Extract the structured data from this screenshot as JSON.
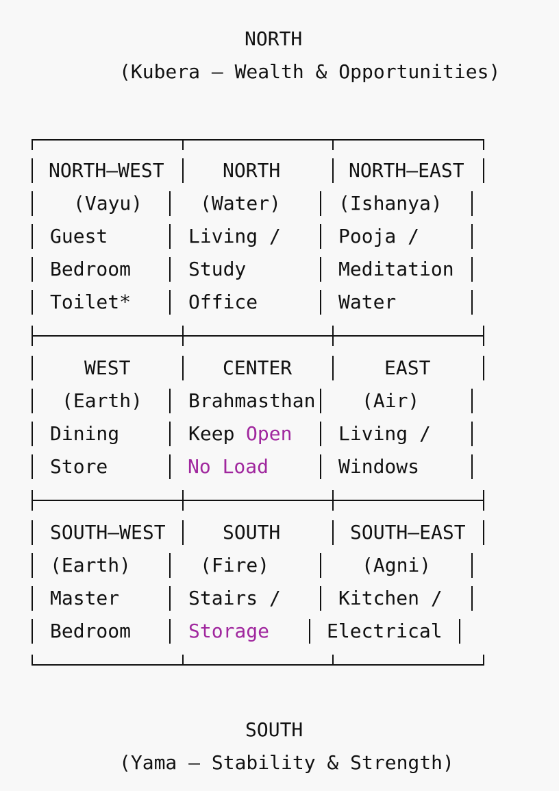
{
  "header": {
    "direction": "NORTH",
    "subtitle": "(Kubera – Wealth & Opportunities)"
  },
  "footer": {
    "direction": "SOUTH",
    "subtitle": "(Yama – Stability & Strength)"
  },
  "grid": {
    "rows": [
      {
        "cells": [
          {
            "direction": "NORTH–WEST",
            "element": "(Vayu)",
            "lines": [
              "Guest",
              "Bedroom",
              "Toilet*"
            ]
          },
          {
            "direction": "NORTH",
            "element": "(Water)",
            "lines": [
              "Living /",
              "Study",
              "Office"
            ]
          },
          {
            "direction": "NORTH–EAST",
            "element": "(Ishanya)",
            "lines": [
              "Pooja /",
              "Meditation",
              "Water"
            ]
          }
        ]
      },
      {
        "cells": [
          {
            "direction": "WEST",
            "element": "(Earth)",
            "lines": [
              "Dining",
              "Store"
            ]
          },
          {
            "direction": "CENTER",
            "element": "Brahmasthan",
            "lines": [
              "Keep",
              "Open",
              "No Load"
            ]
          },
          {
            "direction": "EAST",
            "element": "(Air)",
            "lines": [
              "Living /",
              "Windows"
            ]
          }
        ]
      },
      {
        "cells": [
          {
            "direction": "SOUTH–WEST",
            "element": "(Earth)",
            "lines": [
              "Master",
              "Bedroom"
            ]
          },
          {
            "direction": "SOUTH",
            "element": "(Fire)",
            "lines": [
              "Stairs /",
              "Storage"
            ]
          },
          {
            "direction": "SOUTH–EAST",
            "element": "(Agni)",
            "lines": [
              "Kitchen /",
              "Electrical"
            ]
          }
        ]
      }
    ]
  },
  "colors": {
    "text": "#111111",
    "highlight": "#a0279e",
    "background": "#f8f8f8"
  }
}
